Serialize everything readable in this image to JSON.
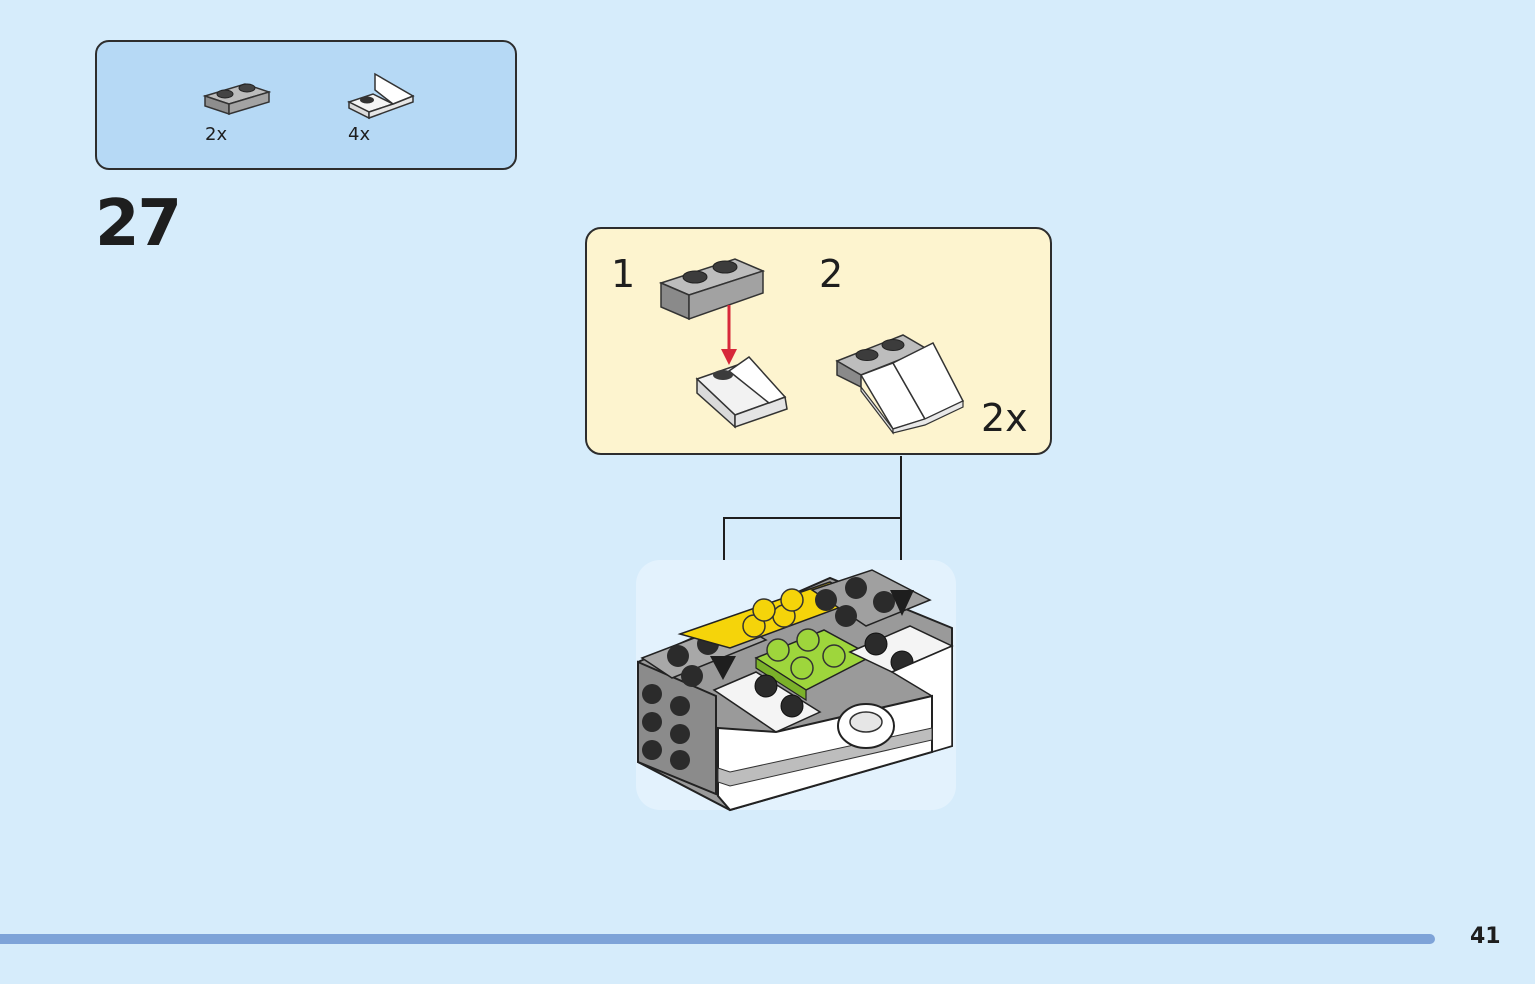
{
  "parts_list": {
    "items": [
      {
        "icon": "gray-plate-1x2-icon",
        "quantity": "2x",
        "color": "#9a9a9a"
      },
      {
        "icon": "white-slope-bracket-icon",
        "quantity": "4x",
        "color": "#ffffff"
      }
    ]
  },
  "step": {
    "number": "27"
  },
  "sub_assembly": {
    "sub_steps": [
      {
        "label": "1"
      },
      {
        "label": "2"
      }
    ],
    "multiplier": "2x",
    "arrow_color": "#d7283a"
  },
  "colors": {
    "page_background": "#d6ecfb",
    "parts_box": "#b6d9f5",
    "sub_assembly_box": "#fdf4cf",
    "footer_bar": "#7ea3d8",
    "brick_yellow": "#f5d40a",
    "brick_lime": "#9ed63c",
    "brick_gray": "#9a9a9a",
    "brick_dark": "#2b2b2b"
  },
  "page": {
    "number": "41"
  }
}
